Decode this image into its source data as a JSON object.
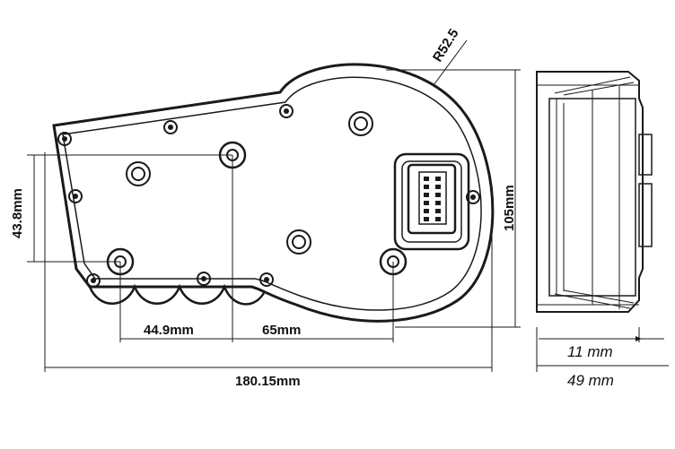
{
  "labels": {
    "radius": "R52.5",
    "height_left": "43.8mm",
    "height_right": "105mm",
    "gap_a": "44.9mm",
    "gap_b": "65mm",
    "total_width": "180.15mm",
    "side_small": "11 mm",
    "side_total": "49 mm"
  },
  "colors": {
    "line": "#1a1a1a",
    "background": "#ffffff"
  }
}
